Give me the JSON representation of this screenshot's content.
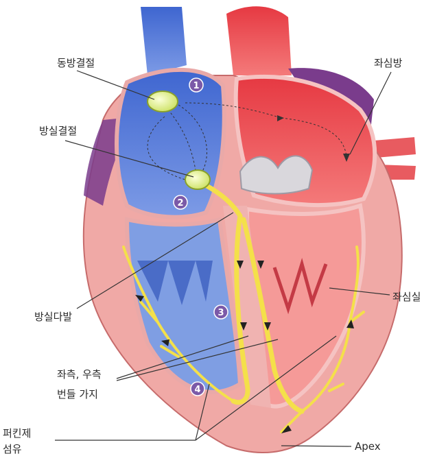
{
  "labels": {
    "sa_node": "동방결절",
    "av_node": "방실결절",
    "left_atrium": "좌심방",
    "bundle_of_his": "방실다발",
    "left_ventricle": "좌심실",
    "bundle_branches_line1": "좌측, 우측",
    "bundle_branches_line2": "번들 가지",
    "purkinje_line1": "퍼킨제",
    "purkinje_line2": "섬유",
    "apex": "Apex"
  },
  "steps": [
    "1",
    "2",
    "3",
    "4"
  ],
  "colors": {
    "right_side_blue": "#5b7fd6",
    "left_side_red": "#e8474f",
    "myocardium_pink": "#f3b7b5",
    "conduction_yellow": "#f4e04a",
    "step_badge_purple": "#7b5aa8"
  }
}
